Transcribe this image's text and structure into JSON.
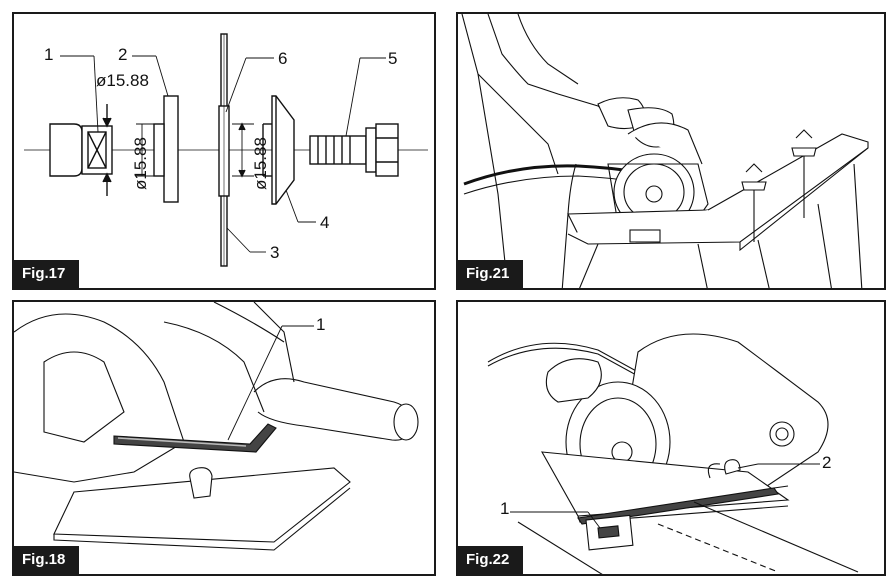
{
  "figures": {
    "fig17": {
      "label": "Fig.17",
      "callouts": [
        "1",
        "2",
        "3",
        "4",
        "5",
        "6"
      ],
      "dimensions": [
        "ø15.88",
        "ø15.88",
        "ø15.88"
      ]
    },
    "fig18": {
      "label": "Fig.18",
      "callouts": [
        "1"
      ]
    },
    "fig21": {
      "label": "Fig.21"
    },
    "fig22": {
      "label": "Fig.22",
      "callouts": [
        "1",
        "2"
      ]
    }
  }
}
